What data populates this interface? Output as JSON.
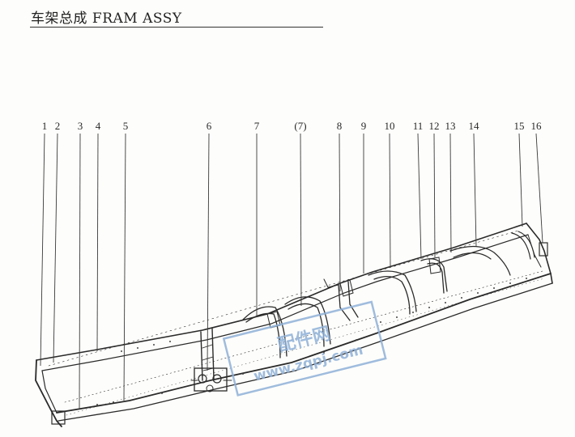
{
  "header": {
    "title": "车架总成 FRAM ASSY"
  },
  "callouts": [
    {
      "label": "1"
    },
    {
      "label": "2"
    },
    {
      "label": "3"
    },
    {
      "label": "4"
    },
    {
      "label": "5"
    },
    {
      "label": "6"
    },
    {
      "label": "7"
    },
    {
      "label": "(7)"
    },
    {
      "label": "8"
    },
    {
      "label": "9"
    },
    {
      "label": "10"
    },
    {
      "label": "11"
    },
    {
      "label": "12"
    },
    {
      "label": "13"
    },
    {
      "label": "14"
    },
    {
      "label": "15"
    },
    {
      "label": "16"
    }
  ],
  "watermark": {
    "line1": "配件网",
    "line2": "www.zqpj.com",
    "color": "#8fb1d8"
  },
  "colors": {
    "ink": "#2a2a2a",
    "paper": "#fdfdfb"
  }
}
